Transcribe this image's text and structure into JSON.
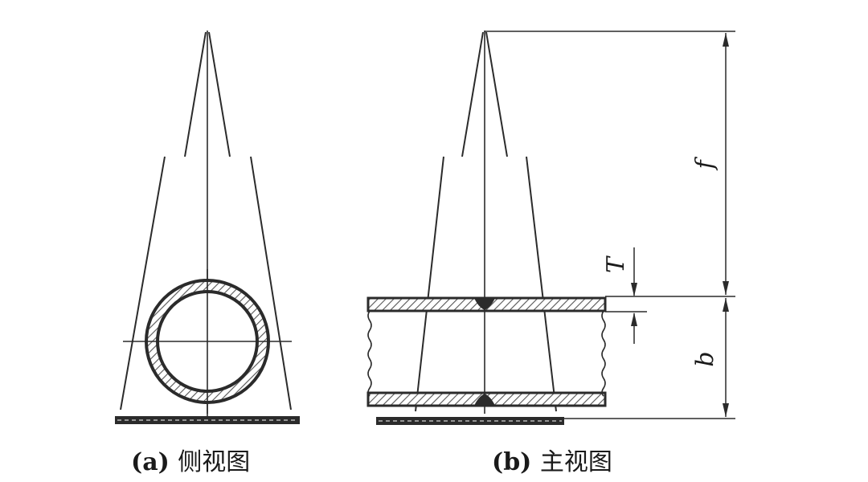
{
  "panels": [
    {
      "id": "a",
      "caption_tag": "(a)",
      "caption_title": "侧视图"
    },
    {
      "id": "b",
      "caption_tag": "(b)",
      "caption_title": "主视图"
    }
  ],
  "dimensions": {
    "f": "f",
    "T": "T",
    "b": "b"
  },
  "colors": {
    "line": "#2b2b2b",
    "hatch": "#555555",
    "background": "#ffffff"
  }
}
